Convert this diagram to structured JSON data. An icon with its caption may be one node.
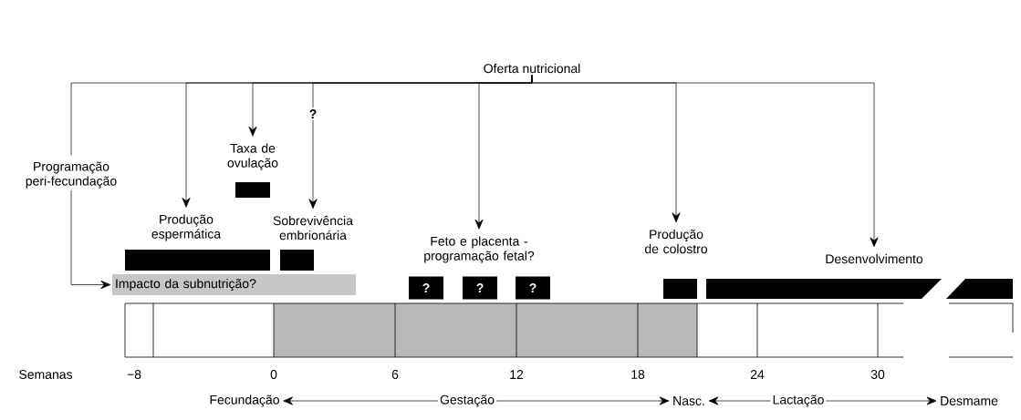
{
  "diagram": {
    "nodes": [
      {
        "text": [
          "Oferta nutricional"
        ]
      },
      {
        "text": [
          "Programação peri-fecundação"
        ]
      },
      {
        "text": [
          "Taxa de ovulação"
        ]
      },
      {
        "text": [],
        "shape": "bar"
      },
      {
        "text": [
          "Produção espermática"
        ]
      },
      {
        "text": [
          "Sobrevivência embrionária"
        ]
      },
      {
        "text": [
          "Feto e placenta - programação fetal?"
        ]
      },
      {
        "text": [
          "Produção de colostro"
        ]
      },
      {
        "text": [
          "Desenvolvimento"
        ]
      },
      {
        "text": [],
        "shape": "bar"
      },
      {
        "text": [],
        "shape": "bar"
      },
      {
        "text": [
          "Impacto da subnutrição?"
        ]
      },
      {
        "text": [
          "?"
        ]
      },
      {
        "text": [
          "?"
        ]
      },
      {
        "text": [
          "?"
        ]
      },
      {
        "text": [],
        "shape": "bar"
      },
      {
        "text": [],
        "shape": "bar"
      },
      {
        "text": [],
        "shape": "bar"
      },
      {
        "text": [
          "Fecundação"
        ]
      },
      {
        "text": [
          "Gestação"
        ]
      },
      {
        "text": [
          "Nasc."
        ]
      },
      {
        "text": [
          "Lactação"
        ]
      },
      {
        "text": [
          "Desmame"
        ]
      }
    ],
    "edges": [
      {
        "from": 0,
        "to": 1,
        "arrow": "none"
      },
      {
        "from": 1,
        "to": 11,
        "arrow": "to"
      },
      {
        "from": 0,
        "to": 4,
        "arrow": "to"
      },
      {
        "from": 0,
        "to": 2,
        "arrow": "to"
      },
      {
        "from": 0,
        "to": 5,
        "arrow": "to",
        "label": "?"
      },
      {
        "from": 0,
        "to": 6,
        "arrow": "to"
      },
      {
        "from": 0,
        "to": 7,
        "arrow": "to"
      },
      {
        "from": 0,
        "to": 8,
        "arrow": "to"
      },
      {
        "from": 19,
        "to": 18,
        "arrow": "to"
      },
      {
        "from": 19,
        "to": 20,
        "arrow": "to"
      },
      {
        "from": 21,
        "to": 20,
        "arrow": "to"
      },
      {
        "from": 21,
        "to": 22,
        "arrow": "to"
      }
    ],
    "labels": [
      "Semanas",
      "−8",
      "0",
      "6",
      "12",
      "18",
      "24",
      "30"
    ]
  }
}
